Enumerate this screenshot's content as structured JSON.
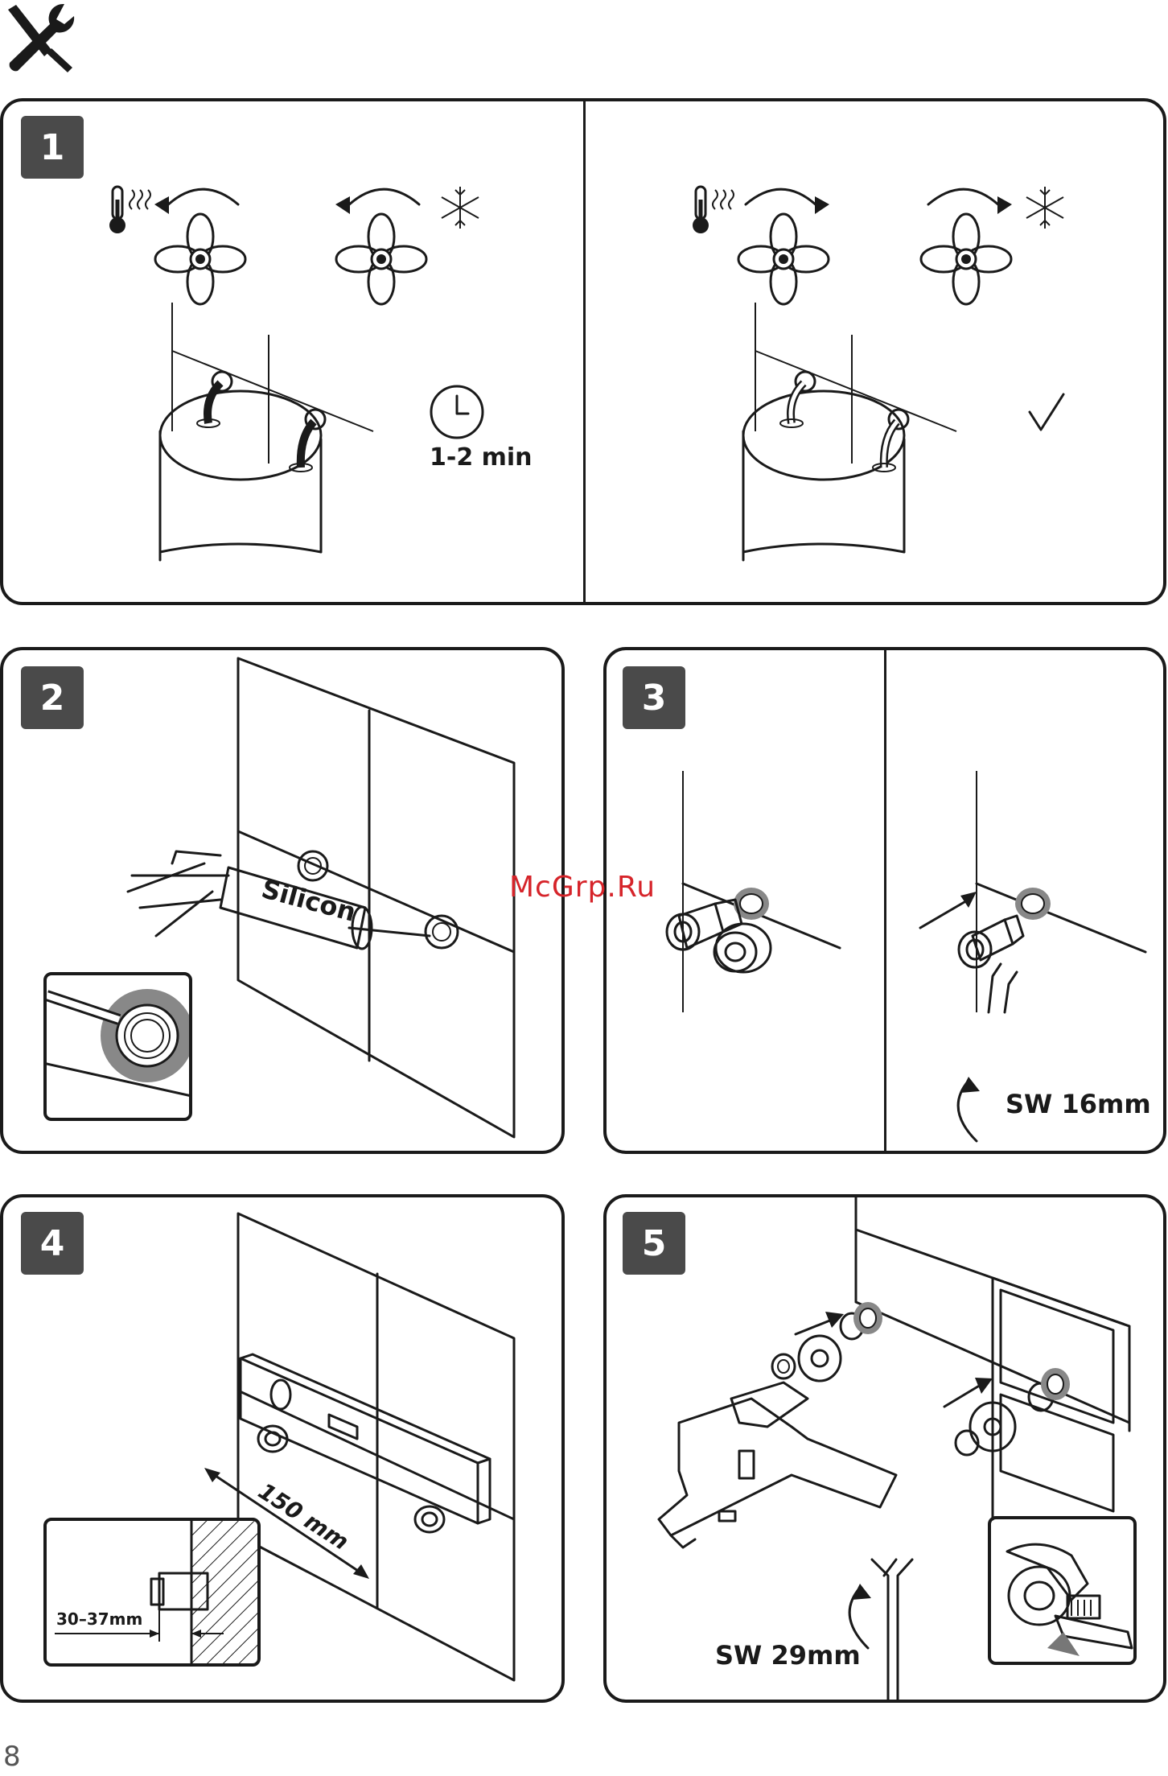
{
  "header": {
    "icon": "tools-icon"
  },
  "steps": [
    {
      "number": "1",
      "time_label": "1-2 min",
      "check_icon": "checkmark-icon",
      "hot_icon": "thermometer-hot-icon",
      "cold_icon": "snowflake-icon"
    },
    {
      "number": "2",
      "product_label": "Silicon"
    },
    {
      "number": "3",
      "wrench_label": "SW 16mm"
    },
    {
      "number": "4",
      "distance_label": "150 mm",
      "depth_label": "30–37mm"
    },
    {
      "number": "5",
      "wrench_label": "SW 29mm"
    }
  ],
  "watermark": "McGrp.Ru",
  "page_number": "8"
}
